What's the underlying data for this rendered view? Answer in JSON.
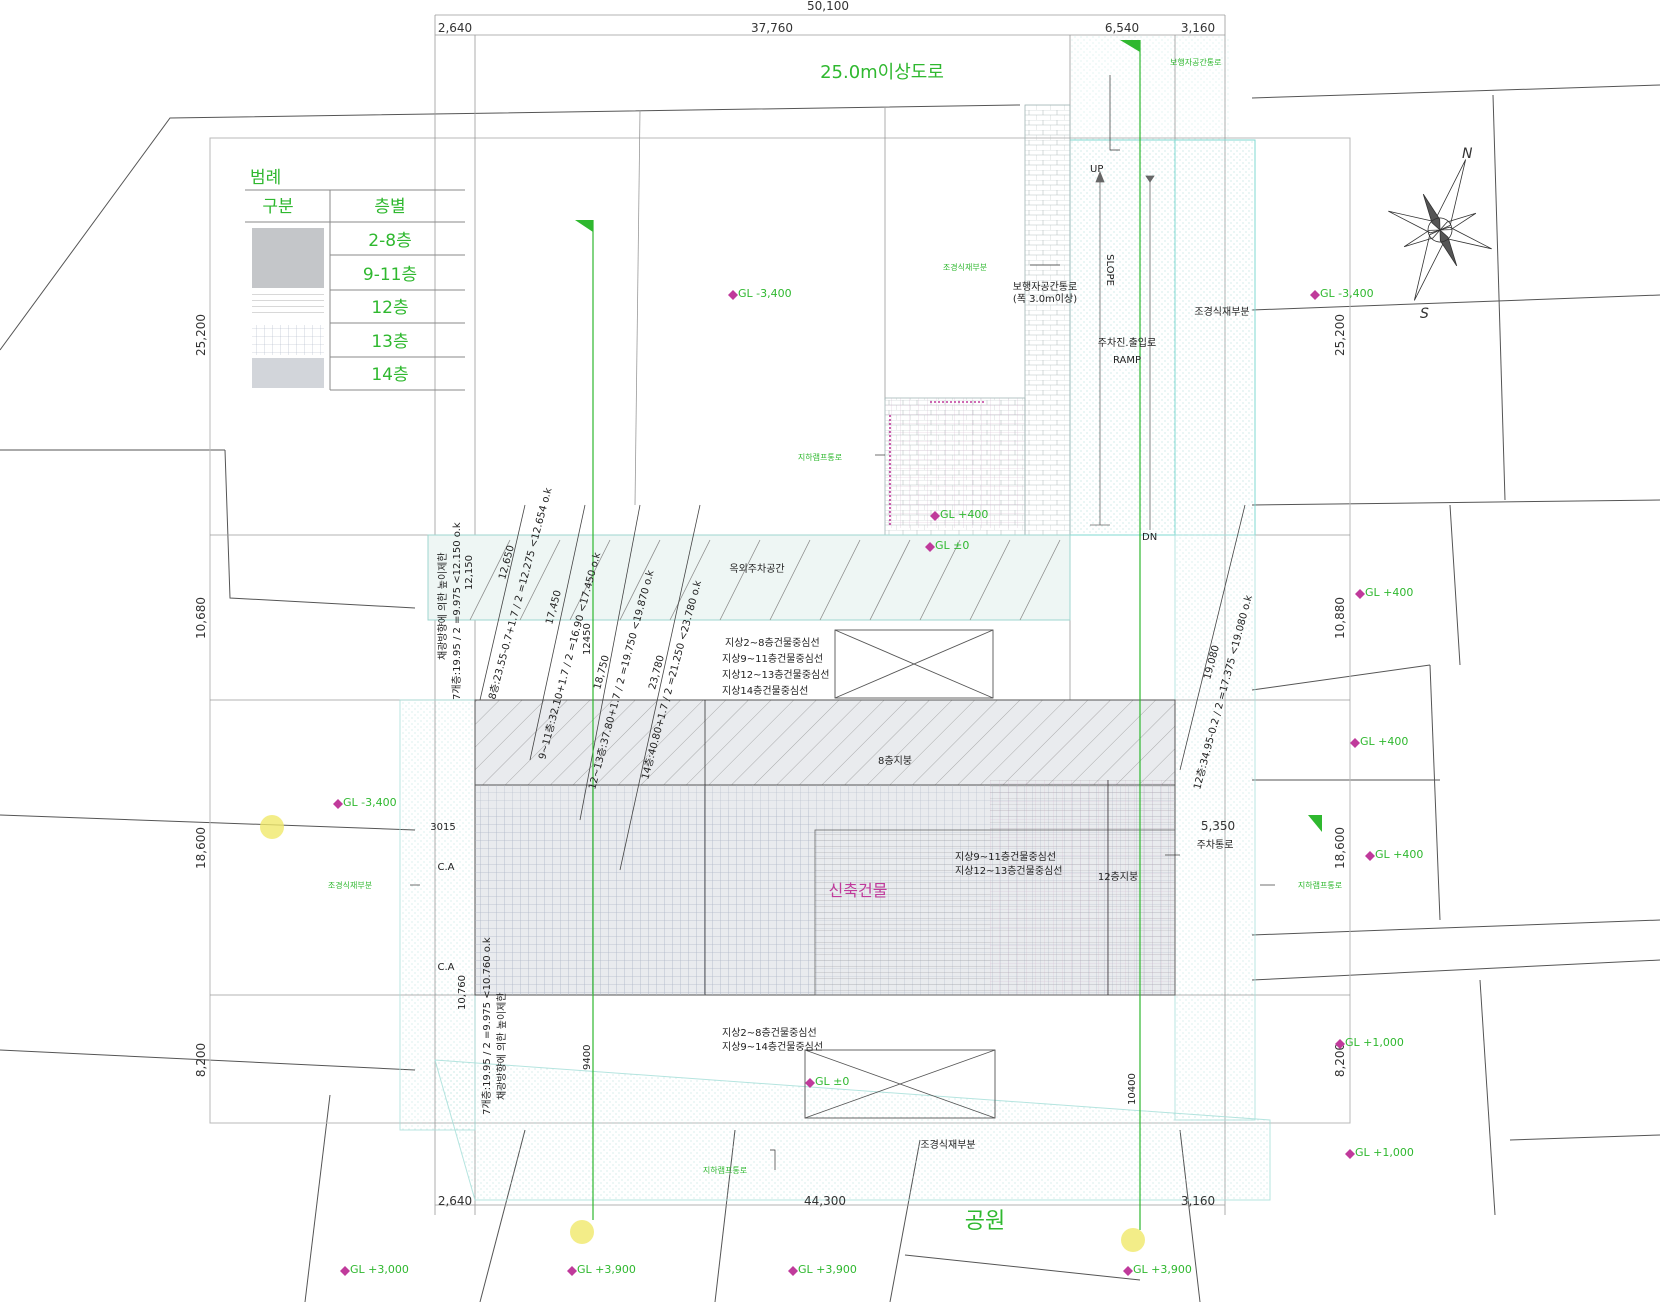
{
  "colors": {
    "green": "#2fb82f",
    "magenta": "#c03a9b",
    "cyan": "#7fd8d0",
    "lines": "#444444",
    "grid": "#c9d9ec",
    "hatch": "#9a9a9a",
    "yellow": "#f0e86a"
  },
  "top_dims": {
    "total": "50,100",
    "d1": "2,640",
    "d2": "37,760",
    "d3": "6,540",
    "d4": "3,160"
  },
  "bottom_dims": {
    "d1": "2,640",
    "d2": "44,300",
    "d3": "3,160"
  },
  "left_dims": [
    "25,200",
    "10,680",
    "18,600",
    "8,200"
  ],
  "right_dims": [
    "25,200",
    "10,880",
    "18,600",
    "8,200"
  ],
  "road_label": "25.0m이상도로",
  "park_label": "공원",
  "legend": {
    "title": "범례",
    "col1": "구분",
    "col2": "층별",
    "rows": [
      "2-8층",
      "9-11층",
      "12층",
      "13층",
      "14층"
    ]
  },
  "north": {
    "n": "N",
    "s": "S",
    "icon": "compass-rose-icon"
  },
  "ramp": {
    "up": "UP",
    "dn": "DN",
    "slope": "SLOPE",
    "title": "주차진.출입로",
    "ramp": "RAMP"
  },
  "labels": {
    "landscape_east": "조경식재부분",
    "landscape_south": "조경식재부분",
    "walkway": "보행자공간통로",
    "walkway_note": "(폭 3.0m이상)",
    "outdoor_parking": "옥외주차공간",
    "site_building": "신축건물",
    "roof": "8층지붕",
    "roof12": "12층지붕",
    "parking_road": "주차통로",
    "dim_5350": "5,350",
    "dim_3015": "3015",
    "ca1": "C.A",
    "ca2": "C.A",
    "lobby1": "지하램프통로",
    "lobby2": "지하램프통로",
    "center_a": "지상2~8층건물중심선",
    "center_b": "지상9~11층건물중심선",
    "center_c": "지상12~13층건물중심선",
    "center_d": "지상14층건물중심선",
    "center_e": "지상2~8층건물중심선",
    "center_f": "지상9~14층건물중심선",
    "center_g": "지상9~11층건물중심선",
    "center_h": "지상12~13층건물중심선",
    "dim_12650": "12,650",
    "dim_17450": "17,450",
    "dim_18750": "18,750",
    "dim_23780": "23,780",
    "dim_19080": "19,080",
    "dim_12150": "12,150",
    "dim_10760": "10,760",
    "dim_12450": "12450",
    "dim_9400": "9400",
    "dim_10400": "10400",
    "diag1": "7개층:19.95 / 2 =9.975 <12.150 o.k",
    "diag1b": "채광방향에 의한 높이제한",
    "diag2": "8층:23.55-0.7+1.7 / 2 =12.275 <12.654 o.k",
    "diag3": "9~11층:32.10+1.7 / 2 =16.90 <17.450 o.k",
    "diag4": "12~13층:37.80+1.7 / 2 =19.750 <19.870 o.k",
    "diag5": "14층:40.80+1.7 / 2 =21.250 <23.780 o.k",
    "diag6": "12층:34.95-0.2 / 2 =17.375 <19.080 o.k",
    "diag7": "7개층:19.95 / 2 =9.975 <10.760 o.k",
    "diag7b": "채광방향에 의한 높이제한"
  },
  "levels": [
    "GL -3,400",
    "GL -3,400",
    "GL -3,400",
    "GL +400",
    "GL +400",
    "GL +400",
    "GL +400",
    "GL +1,000",
    "GL +1,000",
    "GL +3,000",
    "GL +3,900",
    "GL +3,900",
    "GL +3,900",
    "GL ±0",
    "GL ±0"
  ],
  "small_labels": [
    "조경식재부분",
    "보행자공간통로",
    "지하램프통로",
    "조경식재부분",
    "지하램프통로",
    "지하램프통로"
  ]
}
